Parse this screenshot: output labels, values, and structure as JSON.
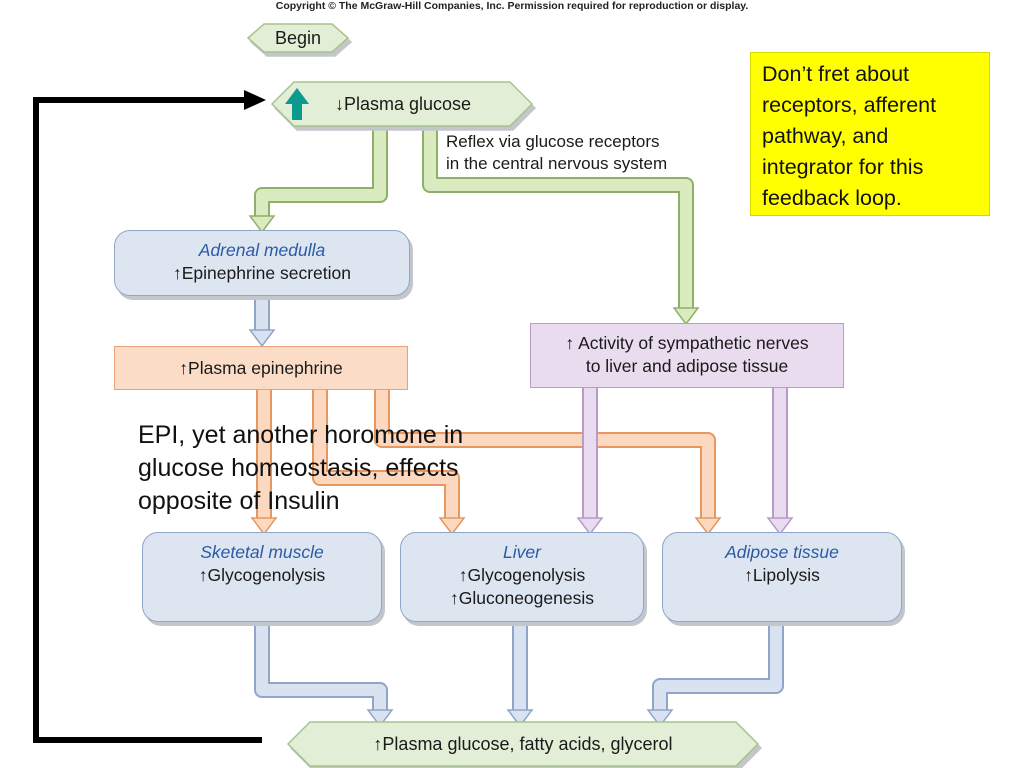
{
  "copyright": "Copyright © The McGraw-Hill Companies, Inc. Permission required for reproduction or display.",
  "begin_label": "Begin",
  "plasma_glucose_down": "↓Plasma glucose",
  "reflex_text": [
    "Reflex via glucose receptors",
    "in the central nervous system"
  ],
  "adrenal_medulla": {
    "title": "Adrenal medulla",
    "effect": "↑Epinephrine secretion"
  },
  "plasma_epinephrine": "↑Plasma epinephrine",
  "sympathetic": [
    "↑ Activity of sympathetic nerves",
    "to liver and adipose tissue"
  ],
  "epi_note": [
    "EPI, yet another horomone in",
    "glucose homeostasis, effects",
    "opposite of Insulin"
  ],
  "targets": {
    "skeletal": {
      "title": "Sketetal muscle",
      "effects": [
        "↑Glycogenolysis"
      ]
    },
    "liver": {
      "title": "Liver",
      "effects": [
        "↑Glycogenolysis",
        "↑Gluconeogenesis"
      ]
    },
    "adipose": {
      "title": "Adipose tissue",
      "effects": [
        "↑Lipolysis"
      ]
    }
  },
  "result_label": "↑Plasma glucose, fatty acids, glycerol",
  "yellow_note": [
    "Don’t fret about",
    "receptors, afferent",
    "pathway, and",
    "integrator for this",
    "feedback loop."
  ],
  "colors": {
    "hex_fill": "#e2eed6",
    "hex_stroke": "#a7c38c",
    "green_pipe": "#d9ebbf",
    "green_pipe_edge": "#8fb06a",
    "blue_pipe": "#d9e2f0",
    "blue_pipe_edge": "#8fa6c8",
    "orange_pipe": "#fbd8bf",
    "orange_pipe_edge": "#e8975f",
    "purple_pipe": "#e9dcf0",
    "purple_pipe_edge": "#b79cc5",
    "teal_arrow": "#0a9a8e",
    "note_yellow": "#ffff00"
  }
}
